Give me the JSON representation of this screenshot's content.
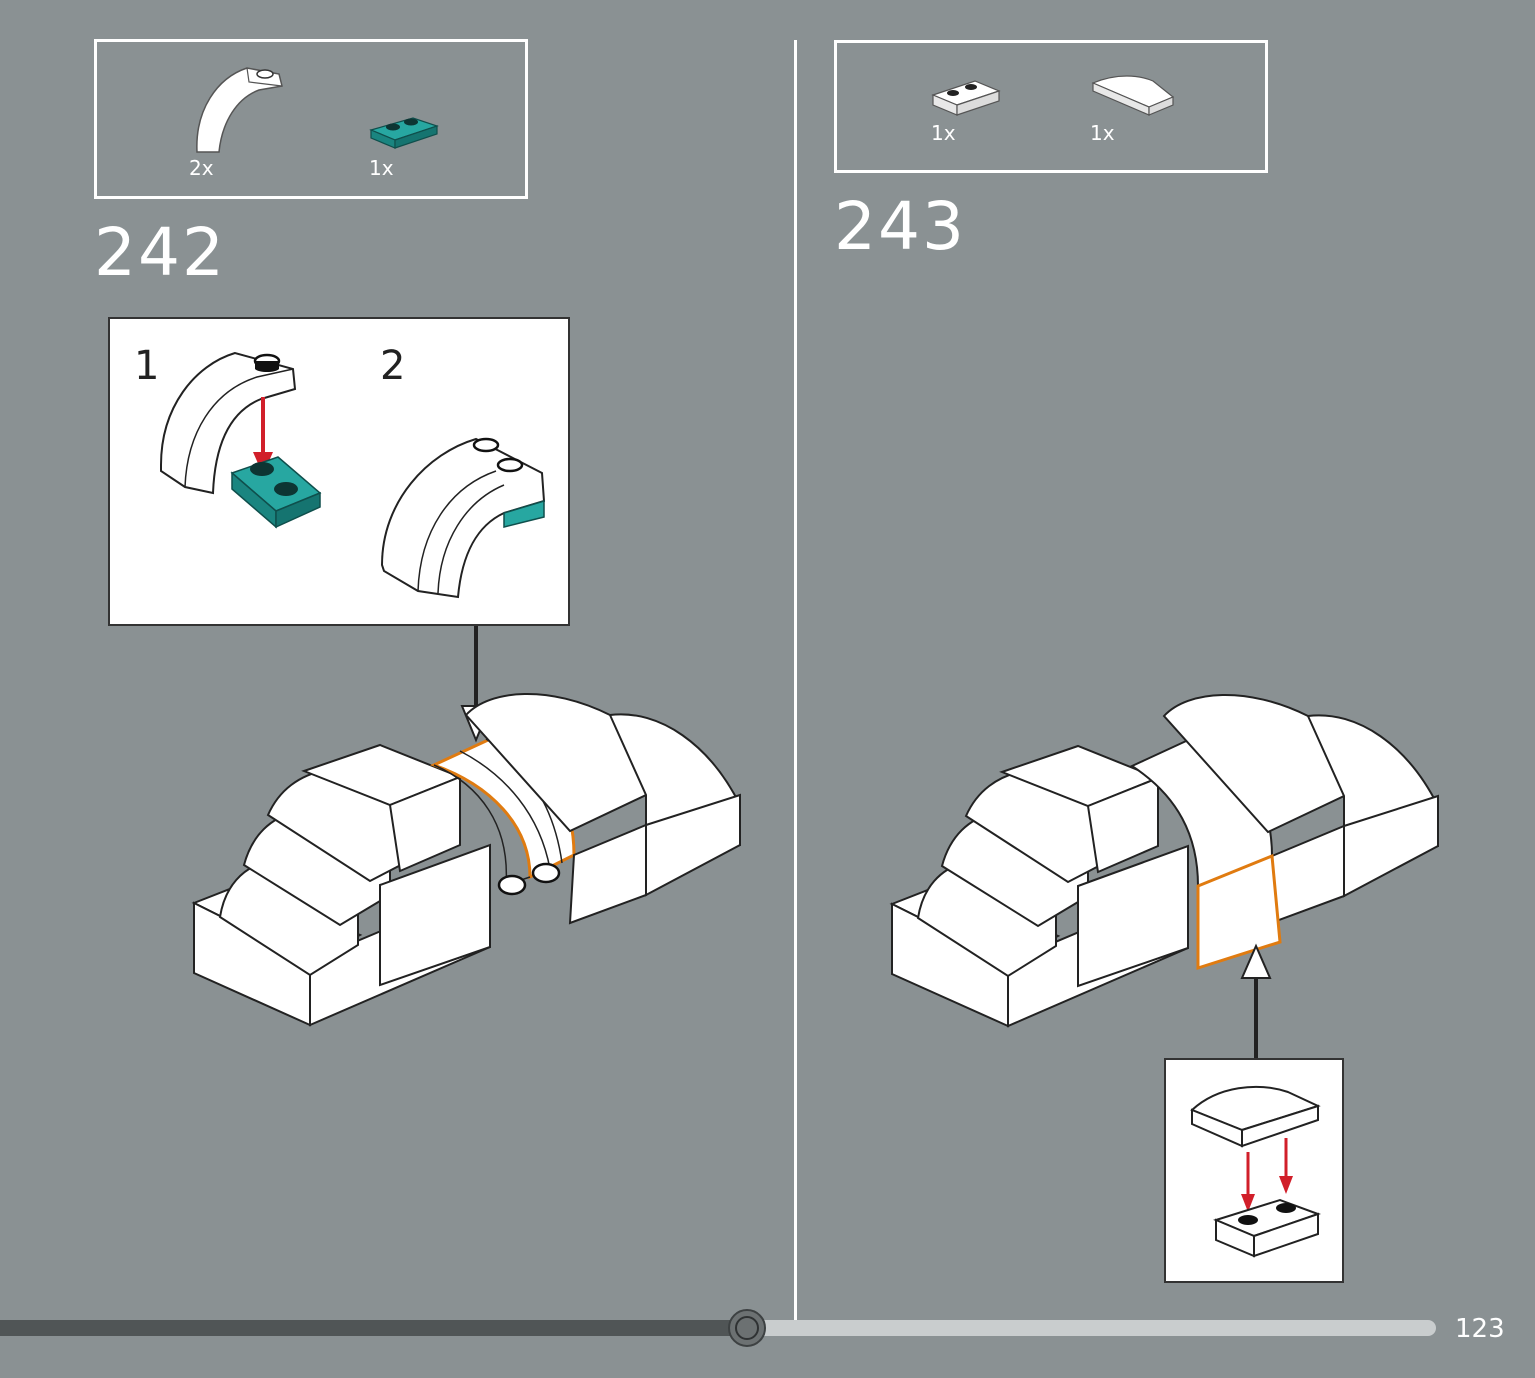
{
  "page": {
    "number": "123"
  },
  "colors": {
    "background": "#8a9193",
    "brick_white": "#ffffff",
    "brick_teal": "#1f9a95",
    "highlight_outline": "#e07b10",
    "arrow_red": "#d11f2a",
    "progress_track_dark": "#505556",
    "progress_track_light": "#c9cdce"
  },
  "progress": {
    "fraction": 0.52
  },
  "steps": [
    {
      "number": "242",
      "parts": [
        {
          "icon": "white-curved-slope-piece",
          "quantity": "2x"
        },
        {
          "icon": "teal-plate-1x2-piece",
          "quantity": "1x"
        }
      ],
      "substeps": [
        "1",
        "2"
      ]
    },
    {
      "number": "243",
      "parts": [
        {
          "icon": "white-plate-1x2-piece",
          "quantity": "1x"
        },
        {
          "icon": "white-curved-tile-piece",
          "quantity": "1x"
        }
      ]
    }
  ]
}
